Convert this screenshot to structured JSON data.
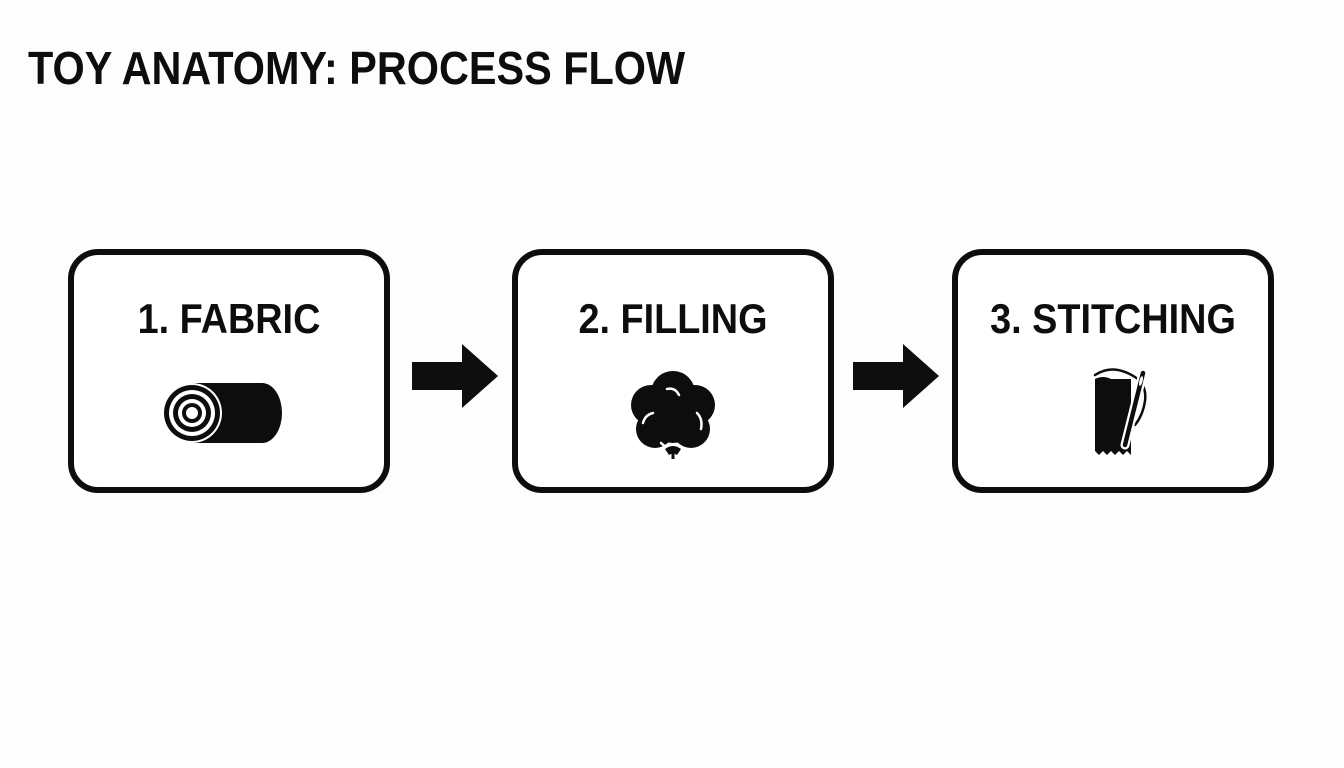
{
  "diagram": {
    "title": "TOY ANATOMY: PROCESS FLOW",
    "steps": [
      {
        "label": "1. FABRIC",
        "icon": "fabric-roll-icon"
      },
      {
        "label": "2. FILLING",
        "icon": "cotton-boll-icon"
      },
      {
        "label": "3. STITCHING",
        "icon": "needle-and-thread-icon"
      }
    ],
    "arrows": [
      "right-arrow-icon",
      "right-arrow-icon"
    ],
    "colors": {
      "ink": "#0d0d0d",
      "background": "#fdfdfd",
      "box_fill": "#ffffff"
    }
  }
}
